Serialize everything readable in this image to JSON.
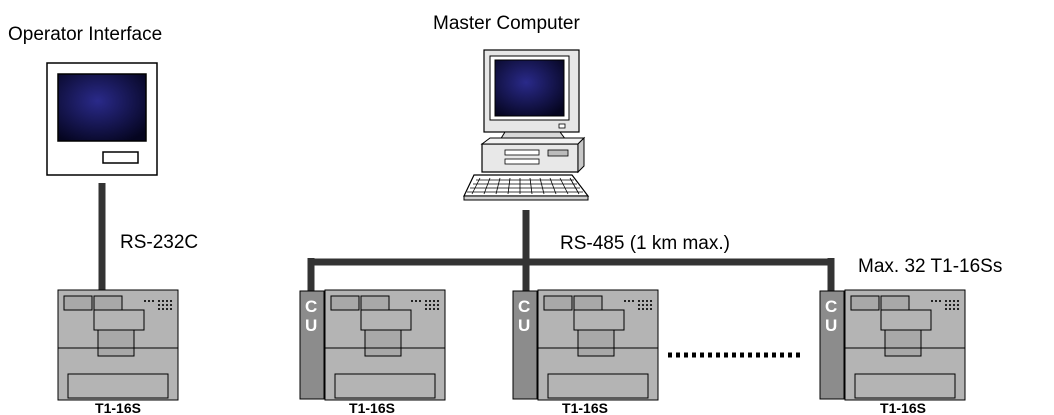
{
  "labels": {
    "operator_interface": "Operator Interface",
    "master_computer": "Master Computer",
    "rs232c": "RS-232C",
    "rs485": "RS-485 (1 km max.)",
    "max_units": "Max. 32 T1-16Ss"
  },
  "plcs": [
    {
      "model": "T1-16S",
      "has_cu": false
    },
    {
      "model": "T1-16S",
      "has_cu": true
    },
    {
      "model": "T1-16S",
      "has_cu": true
    },
    {
      "model": "T1-16S",
      "has_cu": true
    }
  ],
  "cu_label": "C U",
  "colors": {
    "screen_dark": "#0a0a3a",
    "screen_mid": "#1a1a6a",
    "plc_face": "#b4b4b4",
    "cu_module": "#8c8c8c",
    "bus": "#333333"
  }
}
